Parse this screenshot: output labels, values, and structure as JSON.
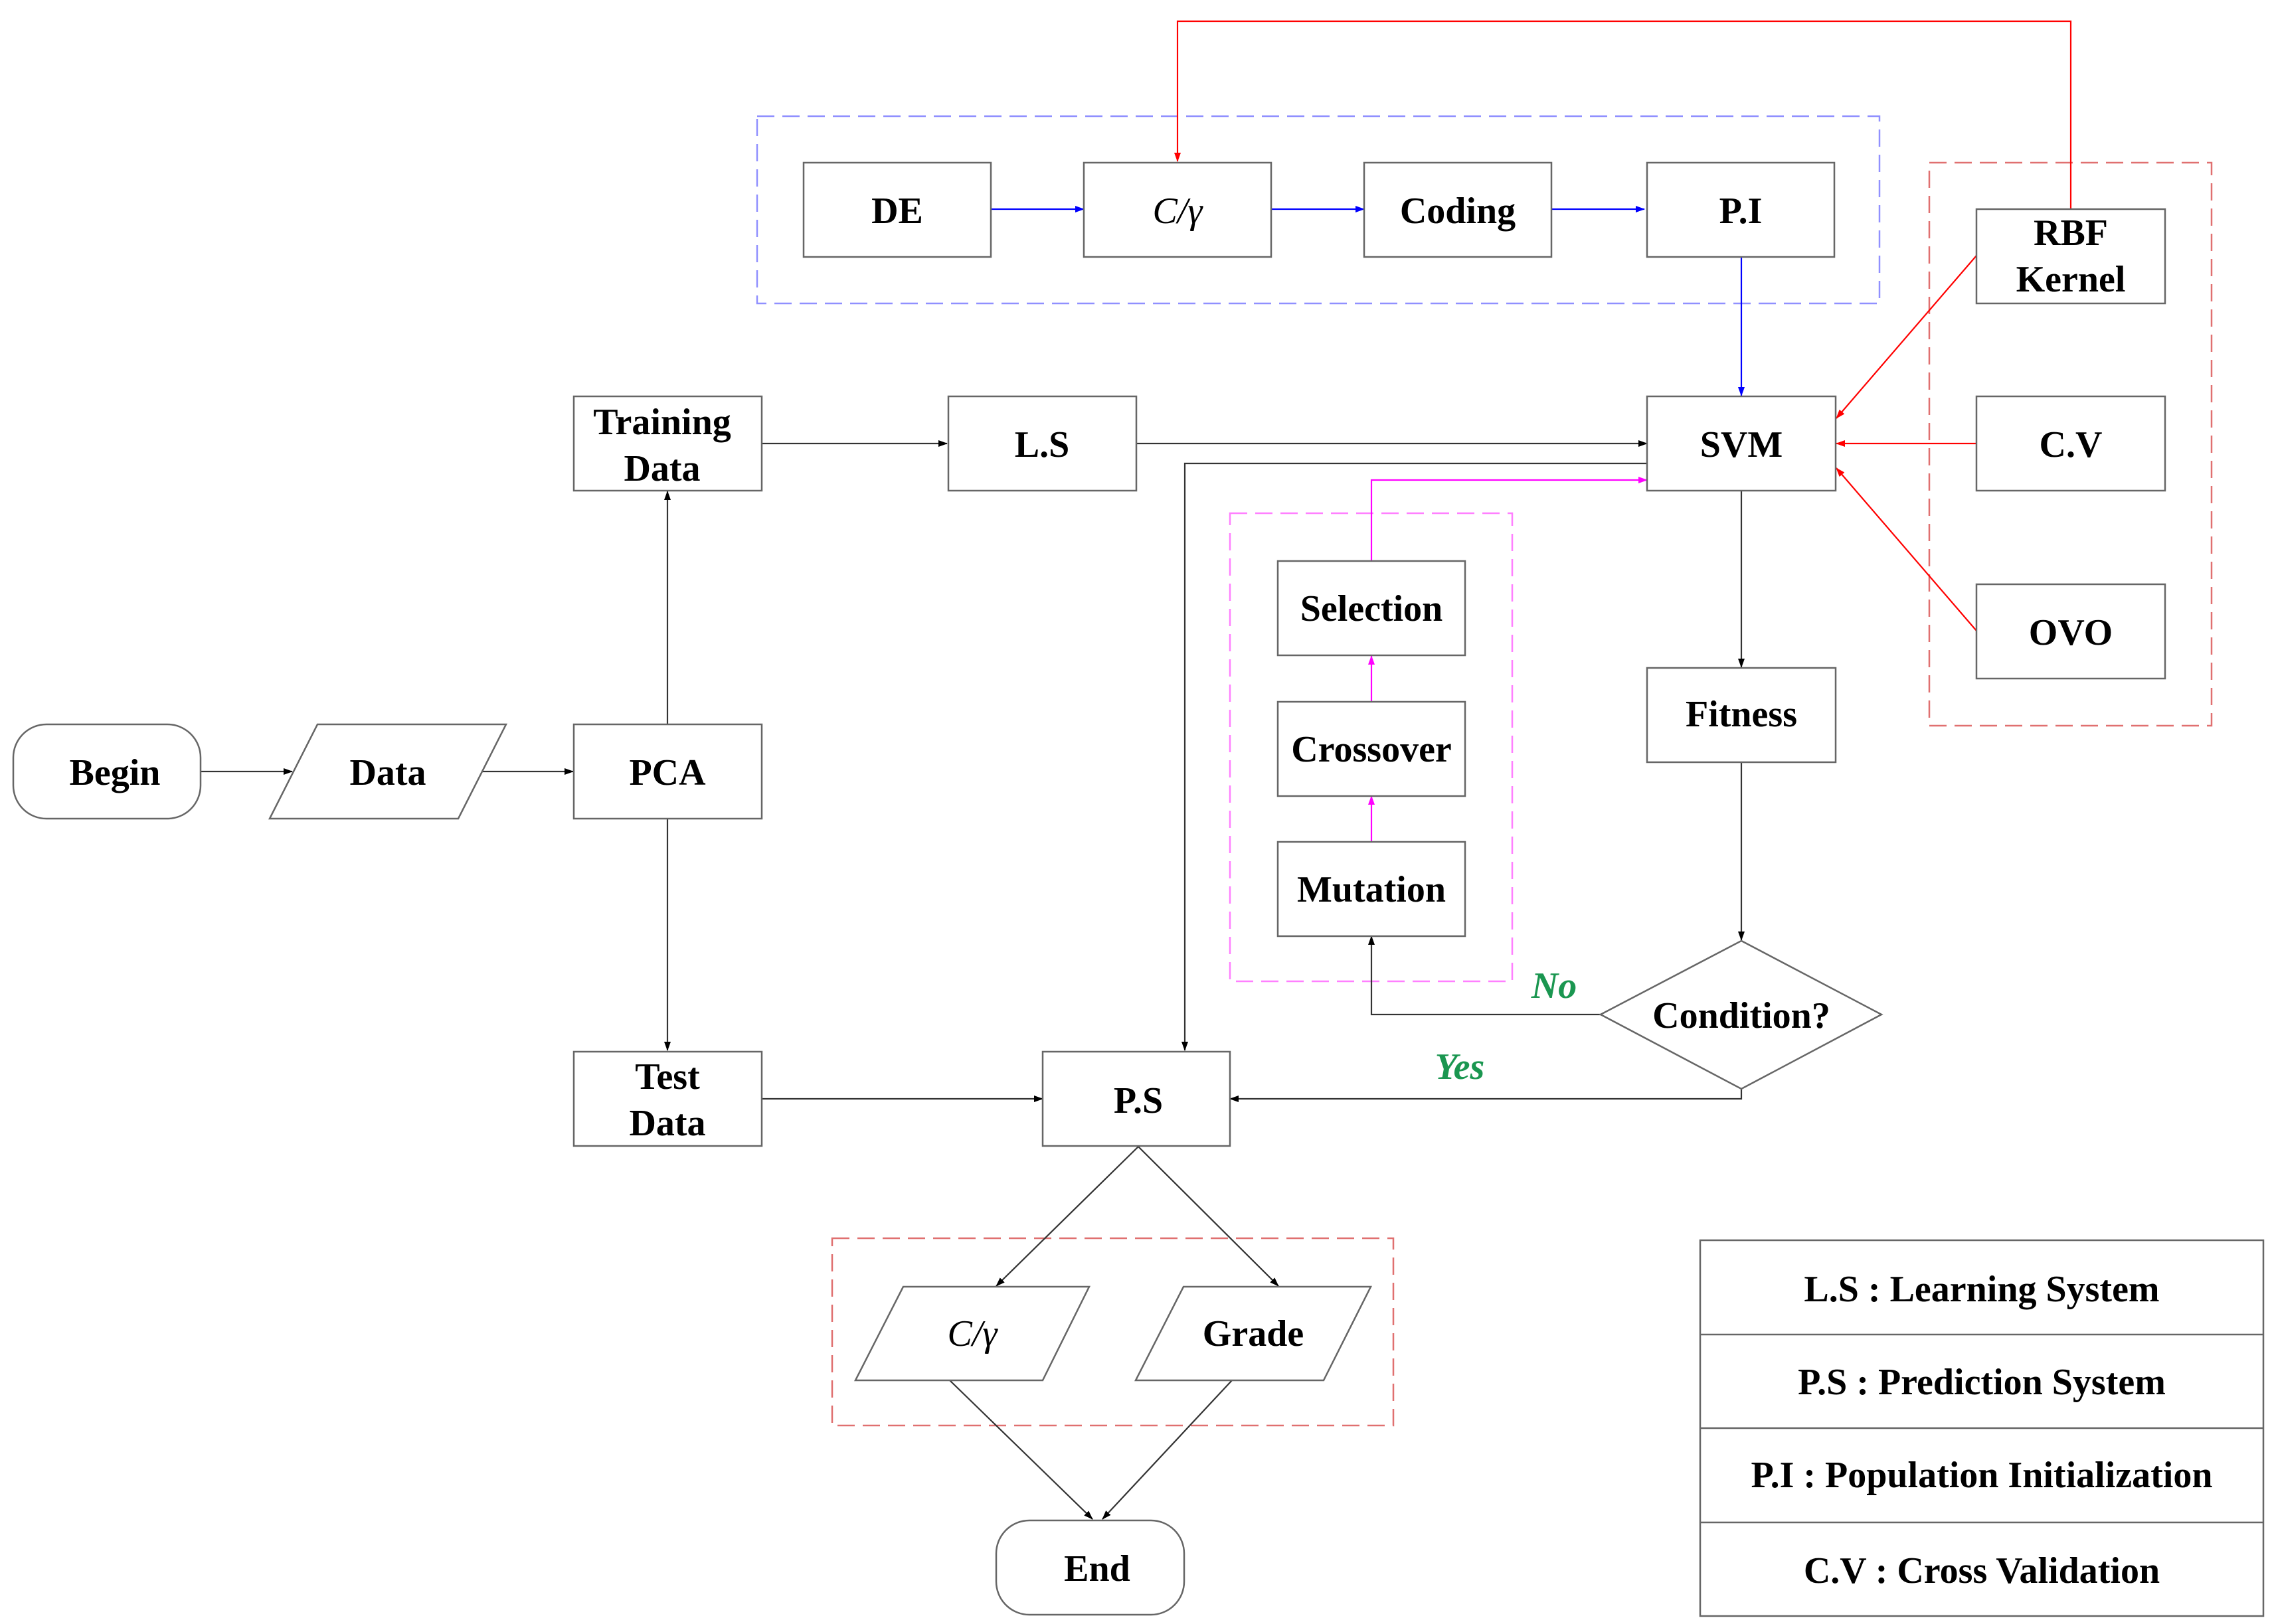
{
  "nodes": {
    "de": "DE",
    "c_gamma_top": "C/γ",
    "coding": "Coding",
    "pi": "P.I",
    "rbf": [
      "RBF",
      "Kernel"
    ],
    "training_data": [
      "Training",
      "Data"
    ],
    "ls": "L.S",
    "svm": "SVM",
    "cv": "C.V",
    "selection": "Selection",
    "ovo": "OVO",
    "fitness": "Fitness",
    "crossover": "Crossover",
    "begin": "Begin",
    "data": "Data",
    "pca": "PCA",
    "mutation": "Mutation",
    "condition": "Condition?",
    "no": "No",
    "yes": "Yes",
    "test_data": [
      "Test",
      "Data"
    ],
    "ps": "P.S",
    "c_gamma_bottom": "C/γ",
    "grade": "Grade",
    "end": "End"
  },
  "legend": [
    "L.S : Learning System",
    "P.S : Prediction System",
    "P.I : Population Initialization",
    "C.V : Cross Validation"
  ],
  "colors": {
    "black": "#000000",
    "blue": "#0000ff",
    "red": "#ff0000",
    "magenta": "#ff00ff",
    "green": "#1a9650",
    "group_blue": "#9090ff",
    "group_red": "#e07070",
    "group_magenta": "#ff80ff"
  }
}
